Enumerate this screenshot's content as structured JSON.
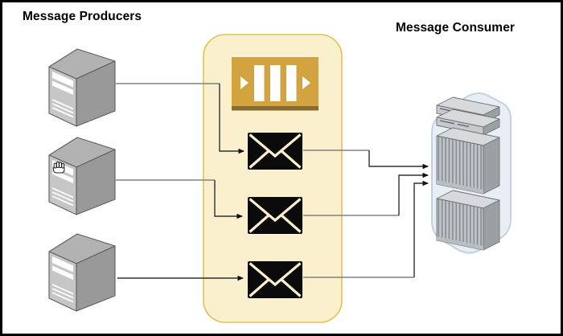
{
  "titles": {
    "producers": "Message Producers",
    "consumer": "Message Consumer"
  },
  "nodes": {
    "producers": [
      {
        "id": "producer-server-1",
        "icon": "server-tower-icon"
      },
      {
        "id": "producer-server-2",
        "icon": "server-tower-icon",
        "overlay": "hand-cursor-icon"
      },
      {
        "id": "producer-server-3",
        "icon": "server-tower-icon"
      }
    ],
    "queue_container": {
      "queue_icon": "message-queue-icon",
      "messages": [
        {
          "id": "message-envelope-1",
          "icon": "envelope-icon"
        },
        {
          "id": "message-envelope-2",
          "icon": "envelope-icon"
        },
        {
          "id": "message-envelope-3",
          "icon": "envelope-icon"
        }
      ]
    },
    "consumer": {
      "id": "consumer-server",
      "icon": "server-rack-icon"
    }
  },
  "edges": [
    {
      "from": "producer-server-1",
      "to": "message-envelope-1"
    },
    {
      "from": "producer-server-2",
      "to": "message-envelope-2"
    },
    {
      "from": "producer-server-3",
      "to": "message-envelope-3"
    },
    {
      "from": "message-envelope-1",
      "to": "consumer-server"
    },
    {
      "from": "message-envelope-2",
      "to": "consumer-server"
    },
    {
      "from": "message-envelope-3",
      "to": "consumer-server"
    }
  ],
  "colors": {
    "title_color": "#000000",
    "container_fill": "#FBF0CE",
    "container_border": "#E0C253",
    "queue_gold": "#D2A33E",
    "queue_base": "#8A6B2B",
    "envelope_ink": "#0A0A0A",
    "server_front": "#C6C6C6",
    "server_side": "#999999",
    "server_top": "#B2B2B2",
    "server_outline": "#5E5E5E",
    "server_stripe": "#FFFFFF",
    "rack_shell_fill": "#E9EEF4",
    "rack_shell_border": "#C2D2E0",
    "rack_front": "#C6CACE",
    "rack_side": "#9BA0A5",
    "rack_top": "#D7DADD",
    "rack_vent": "#8A9096",
    "rack_outline": "#6E747A",
    "connector_dark": "#303030",
    "connector_gray": "#808080"
  }
}
